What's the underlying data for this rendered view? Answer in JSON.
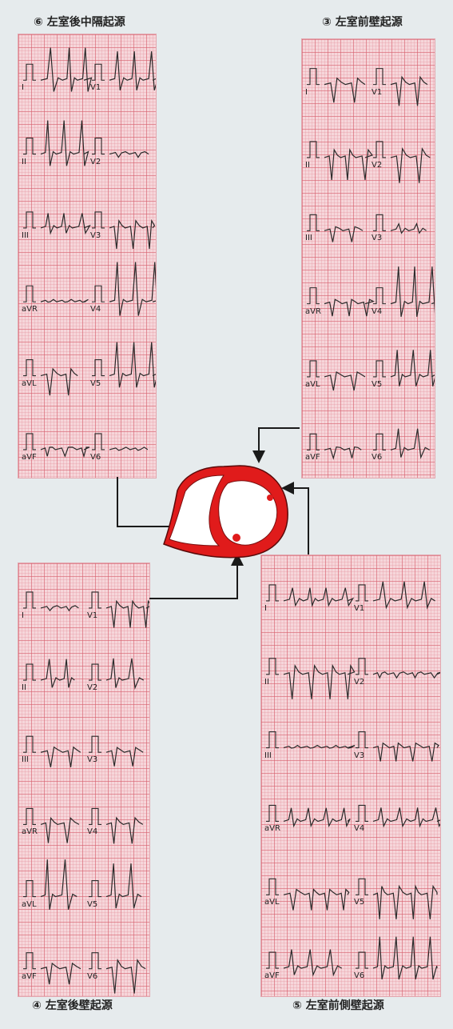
{
  "panels": {
    "septal": {
      "title": "⑥ 左室後中隔起源",
      "leads": [
        "I",
        "II",
        "III",
        "aVR",
        "aVL",
        "aVF",
        "V1",
        "V2",
        "V3",
        "V4",
        "V5",
        "V6"
      ]
    },
    "anterior": {
      "title": "③ 左室前壁起源",
      "leads": [
        "I",
        "II",
        "III",
        "aVR",
        "aVL",
        "aVF",
        "V1",
        "V2",
        "V3",
        "V4",
        "V5",
        "V6"
      ]
    },
    "posterior": {
      "title": "④ 左室後壁起源",
      "leads": [
        "I",
        "II",
        "III",
        "aVR",
        "aVL",
        "aVF",
        "V1",
        "V2",
        "V3",
        "V4",
        "V5",
        "V6"
      ]
    },
    "lateral": {
      "title": "⑤ 左室前側壁起源",
      "leads": [
        "I",
        "II",
        "III",
        "aVR",
        "aVL",
        "aVF",
        "V1",
        "V2",
        "V3",
        "V4",
        "V5",
        "V6"
      ]
    }
  },
  "colors": {
    "heart": "#e01b1b",
    "grid": "#f6d6da",
    "trace": "#2a2a2a",
    "arrow": "#1a1a1a"
  }
}
